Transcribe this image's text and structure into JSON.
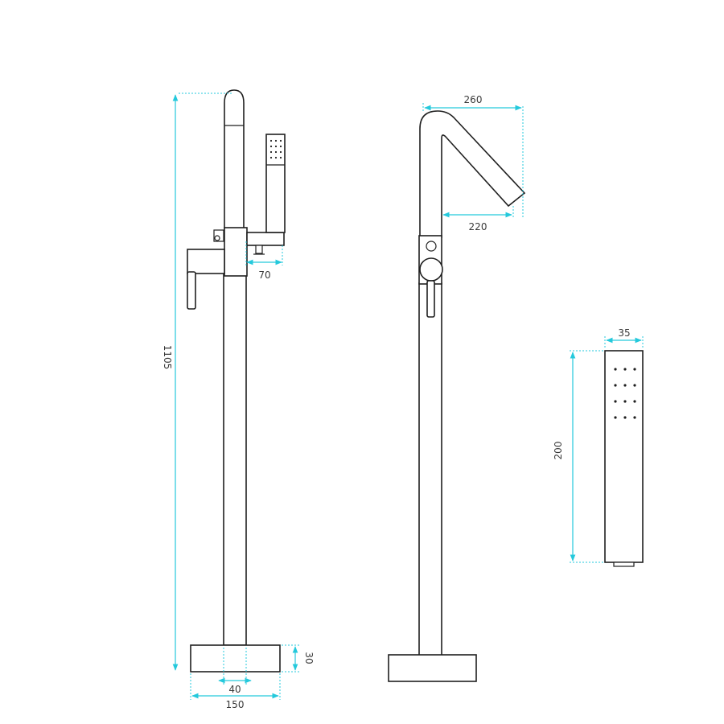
{
  "colors": {
    "outline": "#1f1f1f",
    "dimension": "#24c9dc",
    "text": "#3a3a3a"
  },
  "dimensions": {
    "total_height": "1105",
    "handshower_offset": "70",
    "base_height": "30",
    "pipe_diameter": "40",
    "base_width": "150",
    "spout_reach_outer": "260",
    "spout_reach_inner": "220",
    "handshower_width": "35",
    "handshower_length": "200"
  }
}
